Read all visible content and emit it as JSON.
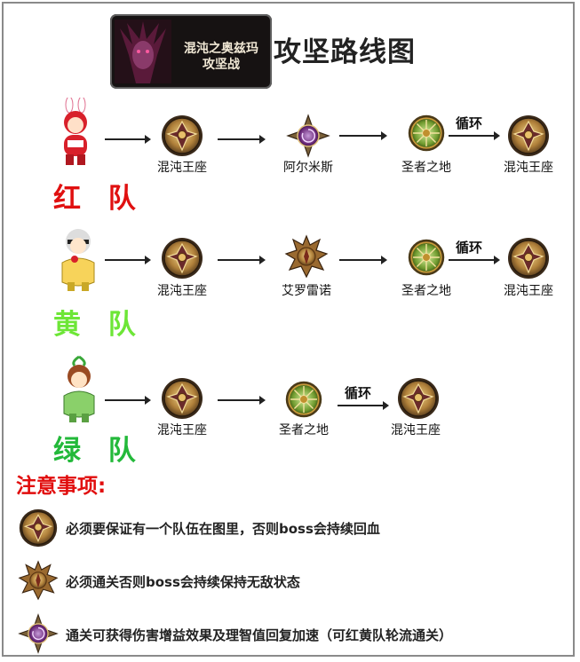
{
  "banner": {
    "line1": "混沌之奥兹玛",
    "line2": "攻坚战"
  },
  "title": "攻坚路线图",
  "routes": [
    {
      "team": "红 队",
      "color": "#e01010",
      "stops": [
        "混沌王座",
        "阿尔米斯",
        "圣者之地",
        "混沌王座"
      ],
      "cycle_label": "循环"
    },
    {
      "team": "黄 队",
      "color": "#6de637",
      "stops": [
        "混沌王座",
        "艾罗雷诺",
        "圣者之地",
        "混沌王座"
      ],
      "cycle_label": "循环"
    },
    {
      "team": "绿 队",
      "color": "#23b93a",
      "stops": [
        "混沌王座",
        "圣者之地",
        "混沌王座"
      ],
      "cycle_label": "循环"
    }
  ],
  "notes": {
    "title": "注意事项:",
    "items": [
      "必须要保证有一个队伍在图里，否则boss会持续回血",
      "必须通关否则boss会持续保持无敌状态",
      "通关可获得伤害增益效果及理智值回复加速（可红黄队轮流通关）"
    ]
  },
  "icons": {
    "throne": "chaos-throne-icon",
    "armis": "armis-emblem-icon",
    "sacred": "sacred-land-icon",
    "ereno": "ereno-emblem-icon"
  }
}
